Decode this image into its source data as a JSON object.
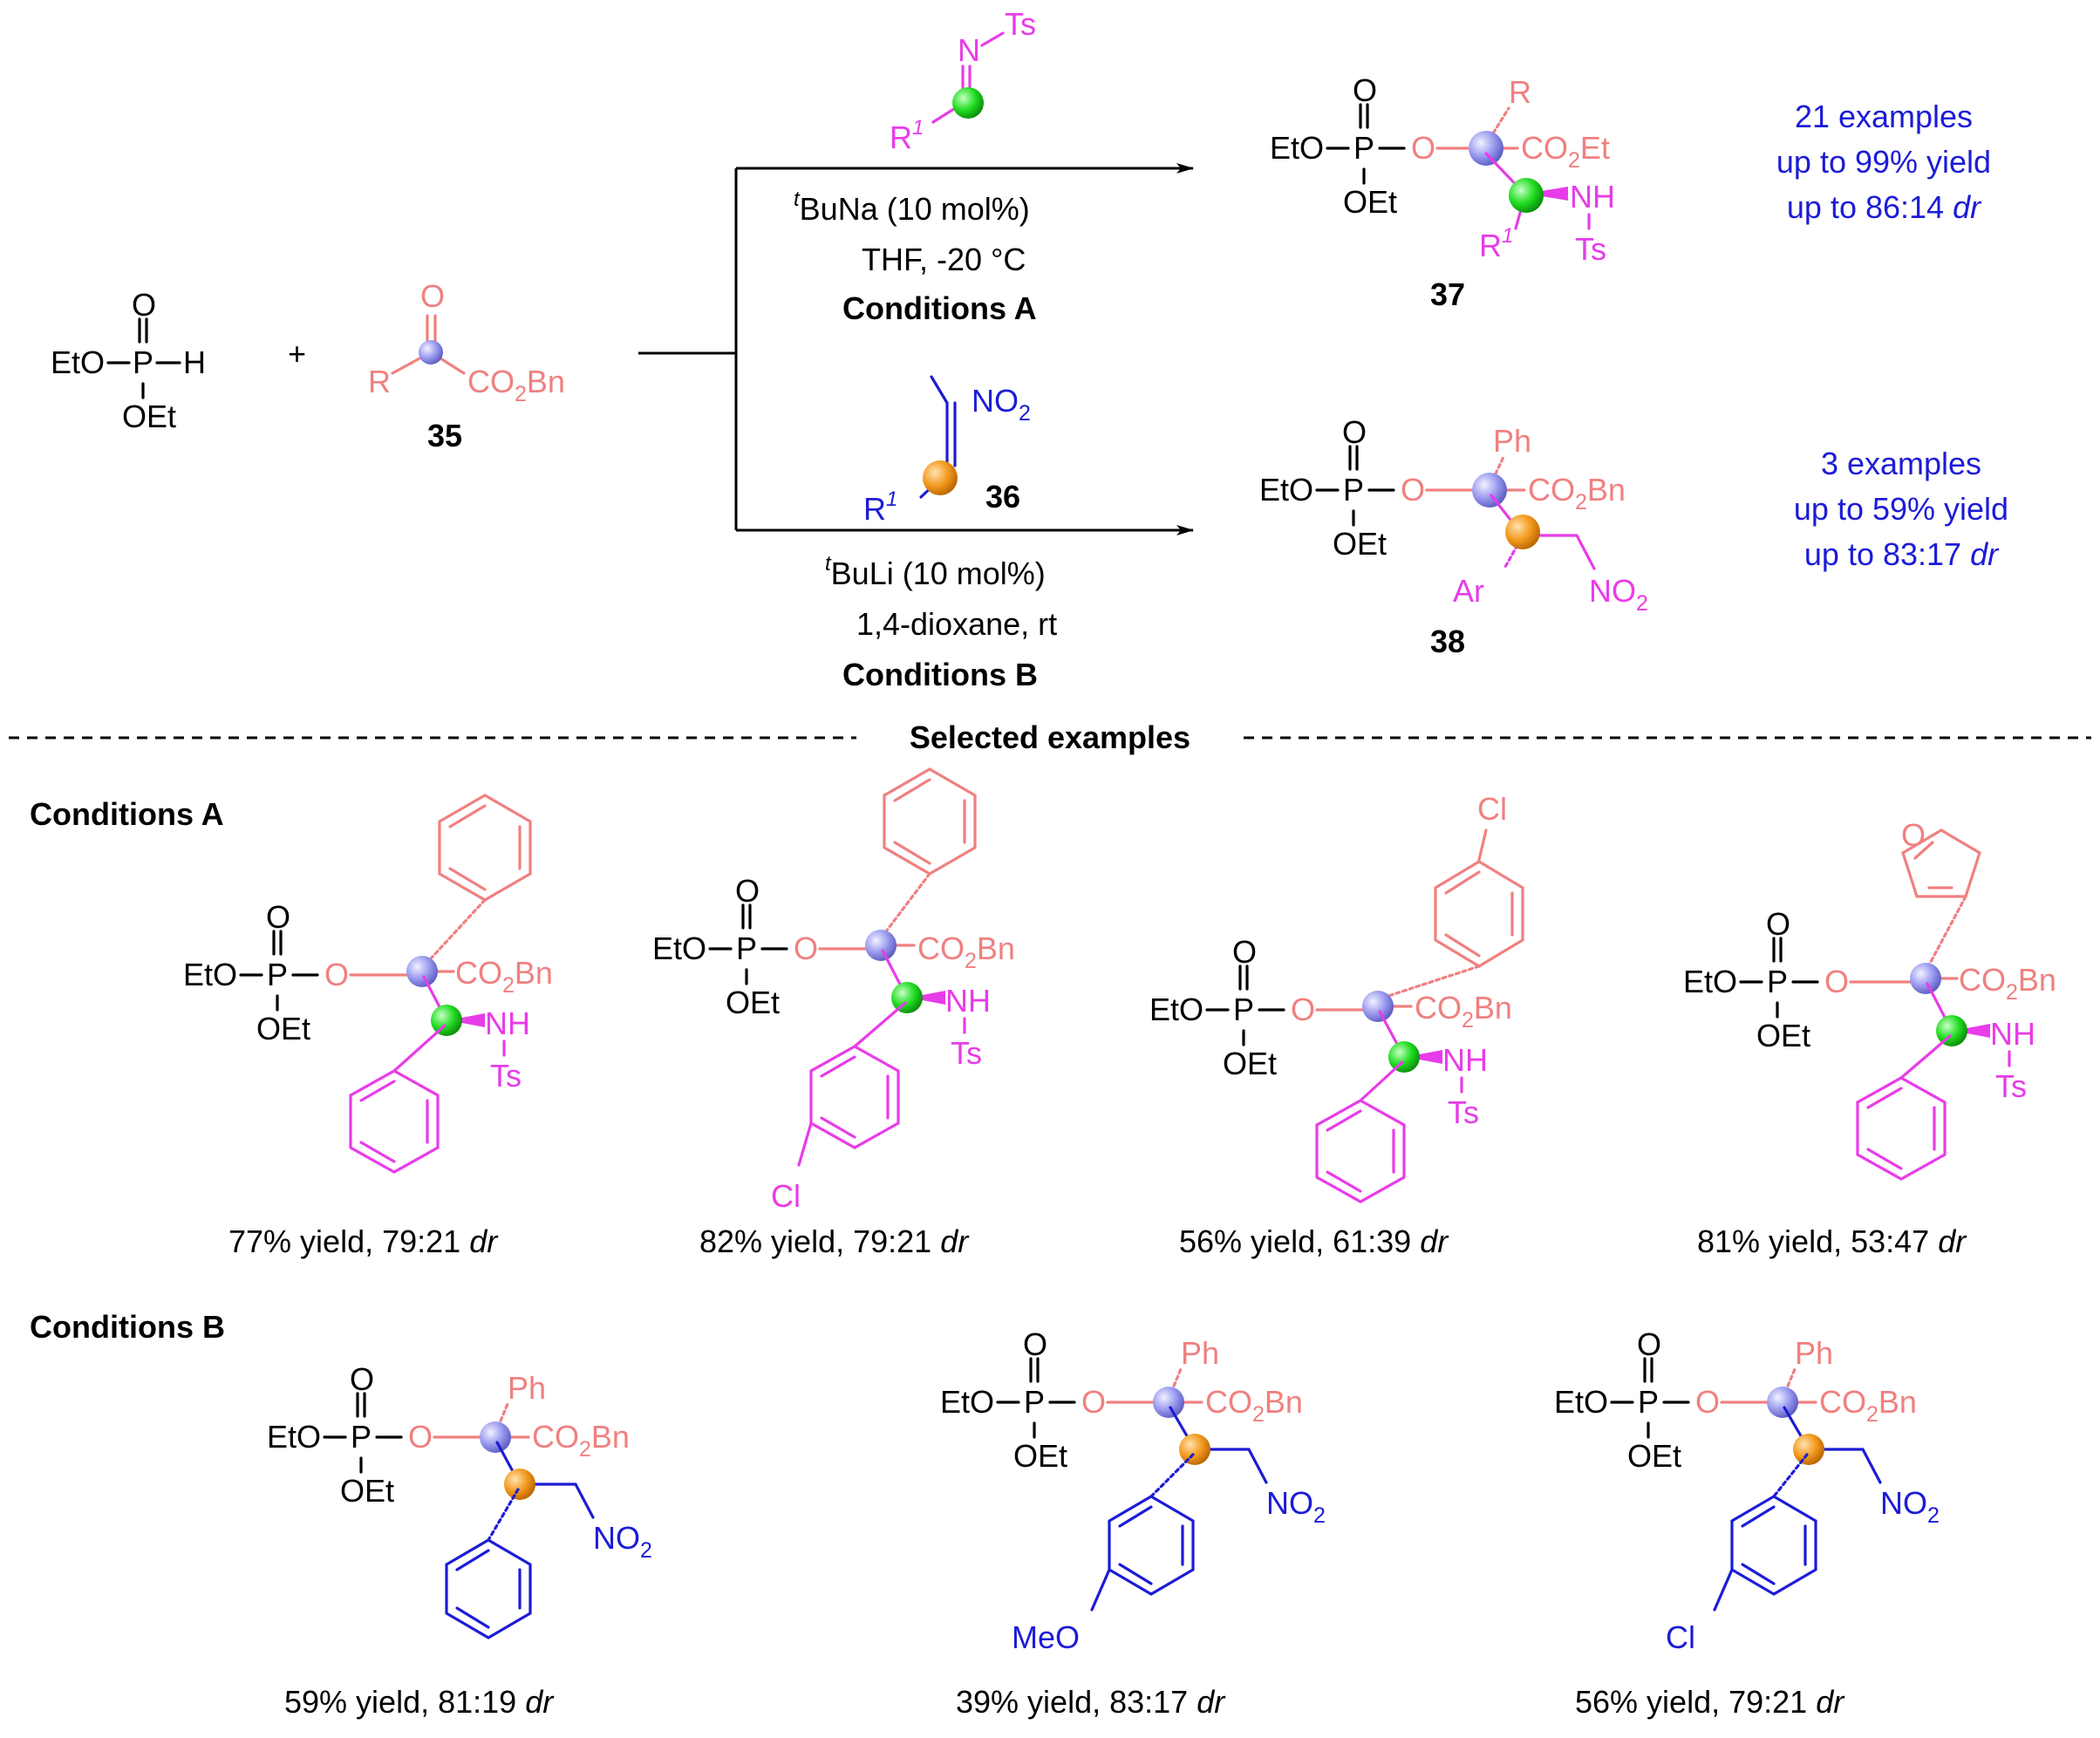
{
  "colors": {
    "black": "#000000",
    "salmon": "#F08080",
    "magenta": "#E83CE8",
    "blue": "#1C1CD6",
    "green_sphere": "#22DD22",
    "lavender_sphere": "#9A9AF0",
    "orange_sphere": "#F39A1E"
  },
  "reagents": {
    "phosphite": {
      "left": "EtO",
      "p": "P",
      "h": "H",
      "o": "O",
      "bottom": "OEt"
    },
    "plus": "+",
    "ketoester": {
      "r": "R",
      "o": "O",
      "co2": "CO",
      "co2_sub": "2",
      "co2_tail": "Bn",
      "label": "35"
    },
    "imine": {
      "n": "N",
      "ts": "Ts",
      "r1": "R",
      "r1_sup": "1"
    },
    "nitroalkene": {
      "no2": "NO",
      "no2_sub": "2",
      "r1": "R",
      "r1_sup": "1",
      "label": "36"
    }
  },
  "conditions_a": {
    "base_sup": "t",
    "base": "BuNa (10 mol%)",
    "solvent": "THF, -20 °C",
    "name": "Conditions A"
  },
  "conditions_b": {
    "base_sup": "t",
    "base": "BuLi (10 mol%)",
    "solvent": "1,4-dioxane, rt",
    "name": "Conditions B"
  },
  "products": {
    "p37": {
      "label": "37",
      "summary": [
        "21 examples",
        "up to 99% yield",
        "up to 86:14 "
      ],
      "dr": "dr"
    },
    "p38": {
      "label": "38",
      "summary": [
        "3 examples",
        "up to 59% yield",
        "up to 83:17 "
      ],
      "dr": "dr"
    }
  },
  "divider_label": "Selected examples",
  "section_a": "Conditions A",
  "section_b": "Conditions B",
  "examples_a": [
    {
      "yield": "77% yield, 79:21 ",
      "dr": "dr"
    },
    {
      "yield": "82% yield, 79:21 ",
      "dr": "dr"
    },
    {
      "yield": "56% yield, 61:39 ",
      "dr": "dr"
    },
    {
      "yield": "81% yield, 53:47 ",
      "dr": "dr"
    }
  ],
  "examples_b": [
    {
      "yield": "59% yield, 81:19 ",
      "dr": "dr"
    },
    {
      "yield": "39% yield, 83:17 ",
      "dr": "dr"
    },
    {
      "yield": "56% yield, 79:21 ",
      "dr": "dr"
    }
  ],
  "atoms": {
    "eto": "EtO",
    "p": "P",
    "o": "O",
    "oet": "OEt",
    "ph": "Ph",
    "r": "R",
    "co2": "CO",
    "sub2": "2",
    "bn": "Bn",
    "et": "Et",
    "nh": "NH",
    "ts": "Ts",
    "no2": "NO",
    "ar": "Ar",
    "cl": "Cl",
    "meo": "MeO",
    "r1": "R",
    "sup1": "1"
  }
}
